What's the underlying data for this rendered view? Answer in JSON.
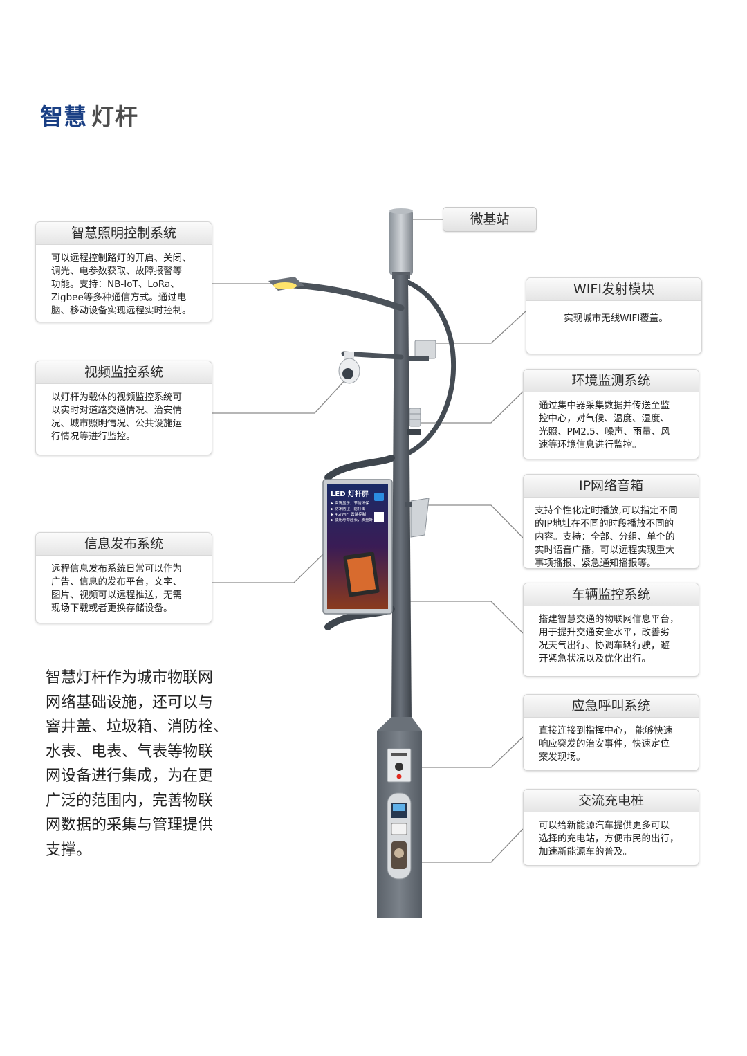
{
  "title": {
    "part1": "智慧",
    "part2": "灯杆"
  },
  "top_label": "微基站",
  "cards": {
    "lighting": {
      "title": "智慧照明控制系统",
      "lines": [
        "可以远程控制路灯的开启、关闭、",
        "调光、电参数获取、故障报警等",
        "功能。支持：NB-IoT、LoRa、",
        "Zigbee等多种通信方式。通过电",
        "脑、移动设备实现远程实时控制。"
      ]
    },
    "video": {
      "title": "视频监控系统",
      "lines": [
        "以灯杆为载体的视频监控系统可",
        "以实时对道路交通情况、治安情",
        "况、城市照明情况、公共设施运",
        "行情况等进行监控。"
      ]
    },
    "info": {
      "title": "信息发布系统",
      "lines": [
        "远程信息发布系统日常可以作为",
        "广告、信息的发布平台，文字、",
        "图片、视频可以远程推送，无需",
        "现场下载或者更换存储设备。"
      ]
    },
    "wifi": {
      "title": "WIFI发射模块",
      "lines": [
        "实现城市无线WIFI覆盖。"
      ]
    },
    "env": {
      "title": "环境监测系统",
      "lines": [
        "通过集中器采集数据并传送至监",
        "控中心，对气候、温度、湿度、",
        "光照、PM2.5、噪声、雨量、风",
        "速等环境信息进行监控。"
      ]
    },
    "speaker": {
      "title": "IP网络音箱",
      "lines": [
        "支持个性化定时播放,可以指定不同",
        "的IP地址在不同的时段播放不同的",
        "内容。支持：全部、分组、单个的",
        "实时语音广播，可以远程实现重大",
        "事项播报、紧急通知播报等。"
      ]
    },
    "vehicle": {
      "title": "车辆监控系统",
      "lines": [
        "搭建智慧交通的物联网信息平台，",
        "用于提升交通安全水平，改善劣",
        "况天气出行、协调车辆行驶，避",
        "开紧急状况以及优化出行。"
      ]
    },
    "emergency": {
      "title": "应急呼叫系统",
      "lines": [
        "直接连接到指挥中心， 能够快速",
        "响应突发的治安事件，快速定位",
        "案发现场。"
      ]
    },
    "charging": {
      "title": "交流充电桩",
      "lines": [
        "可以给新能源汽车提供更多可以",
        "选择的充电站，方便市民的出行，",
        "加速新能源车的普及。"
      ]
    }
  },
  "screen": {
    "heading": "LED 灯杆屏",
    "bullets": [
      "▶ 高清显示，节能环保",
      "▶ 防水防尘，防打击",
      "▶ 4G/WIFI 云端控制",
      "▶ 使用寿命超长，质量好"
    ]
  },
  "summary_lines": [
    "智慧灯杆作为城市物联网",
    "网络基础设施，还可以与",
    "窨井盖、垃圾箱、消防栓、",
    "水表、电表、气表等物联",
    "网设备进行集成，为在更",
    "广泛的范围内，完善物联",
    "网数据的采集与管理提供",
    "支撑。"
  ],
  "colors": {
    "title_blue": "#1a3f84",
    "pole": "#5d646d",
    "pole_dark": "#3f464e",
    "connector": "#7a7a7a"
  }
}
